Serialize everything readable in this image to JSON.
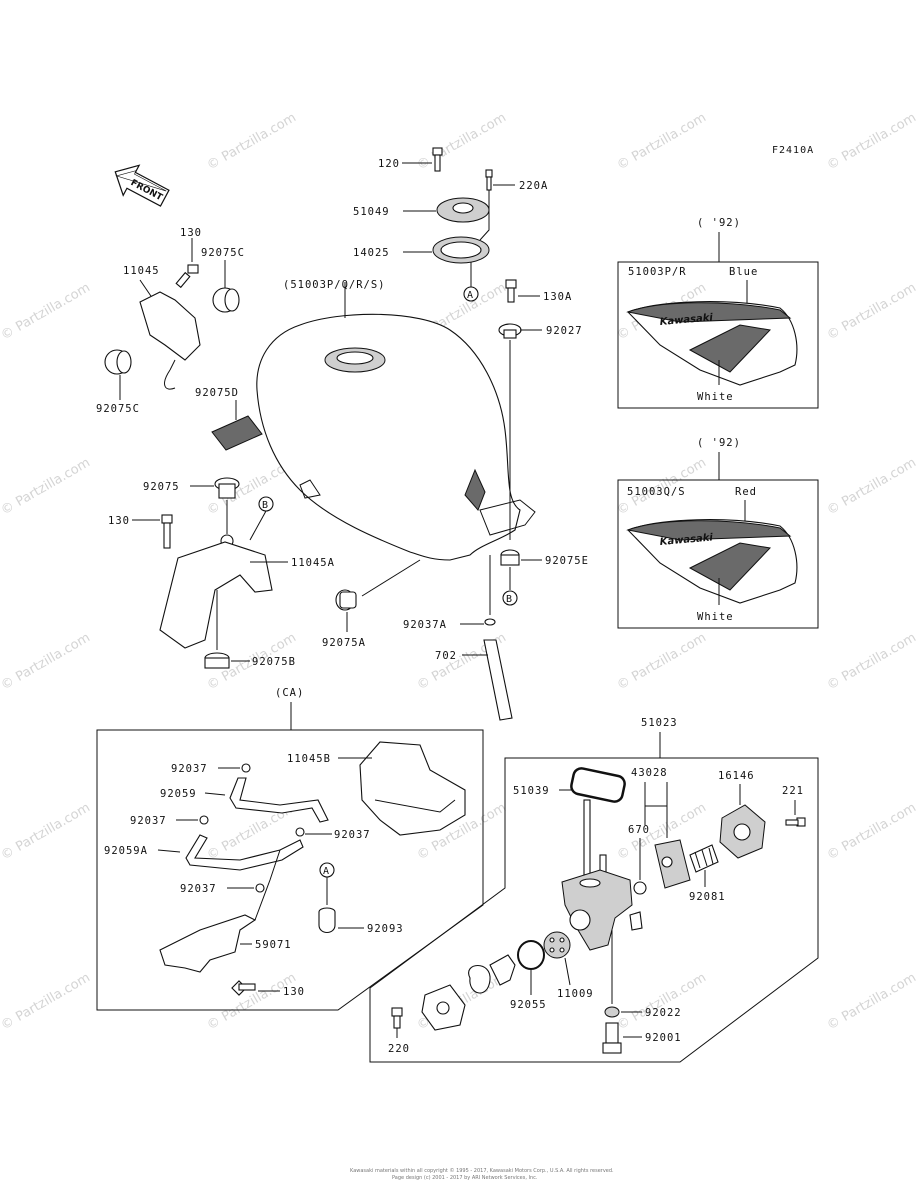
{
  "figure_code": "F2410A",
  "front_label": "FRONT",
  "variants": [
    {
      "year": "( '92)",
      "part": "51003P/R",
      "color_top": "Blue",
      "color_bottom": "White",
      "brand": "Kawasaki"
    },
    {
      "year": "( '92)",
      "part": "51003Q/S",
      "color_top": "Red",
      "color_bottom": "White",
      "brand": "Kawasaki"
    }
  ],
  "ca_label": "(CA)",
  "parts": {
    "p120": "120",
    "p220a": "220A",
    "p51049": "51049",
    "p14025": "14025",
    "p51003": "(51003P/Q/R/S)",
    "p130a": "130A",
    "p92027": "92027",
    "p130_top": "130",
    "p92075c_top": "92075C",
    "p11045": "11045",
    "p92075c_bot": "92075C",
    "p92075d": "92075D",
    "p92075": "92075",
    "p130_mid": "130",
    "p11045a": "11045A",
    "p92075b": "92075B",
    "p92075a": "92075A",
    "p92075e": "92075E",
    "p92037a": "92037A",
    "p702": "702",
    "p11045b": "11045B",
    "p92037_1": "92037",
    "p92059": "92059",
    "p92037_2": "92037",
    "p92037_3": "92037",
    "p92059a": "92059A",
    "p92037_4": "92037",
    "p92093": "92093",
    "p59071": "59071",
    "p130_ca": "130",
    "p51023": "51023",
    "p51039": "51039",
    "p43028": "43028",
    "p16146": "16146",
    "p221": "221",
    "p670": "670",
    "p92081": "92081",
    "p11009": "11009",
    "p92055": "92055",
    "p92022": "92022",
    "p220": "220",
    "p92001": "92001"
  },
  "refs": {
    "a1": "A",
    "a2": "A",
    "b1": "B",
    "b2": "B"
  },
  "watermark": "© Partzilla.com",
  "footer_line1": "Kawasaki materials within all copyright © 1995 - 2017, Kawasaki Motors Corp., U.S.A. All rights reserved.",
  "footer_line2": "Page design (c) 2001 - 2017 by ARI Network Services, Inc."
}
